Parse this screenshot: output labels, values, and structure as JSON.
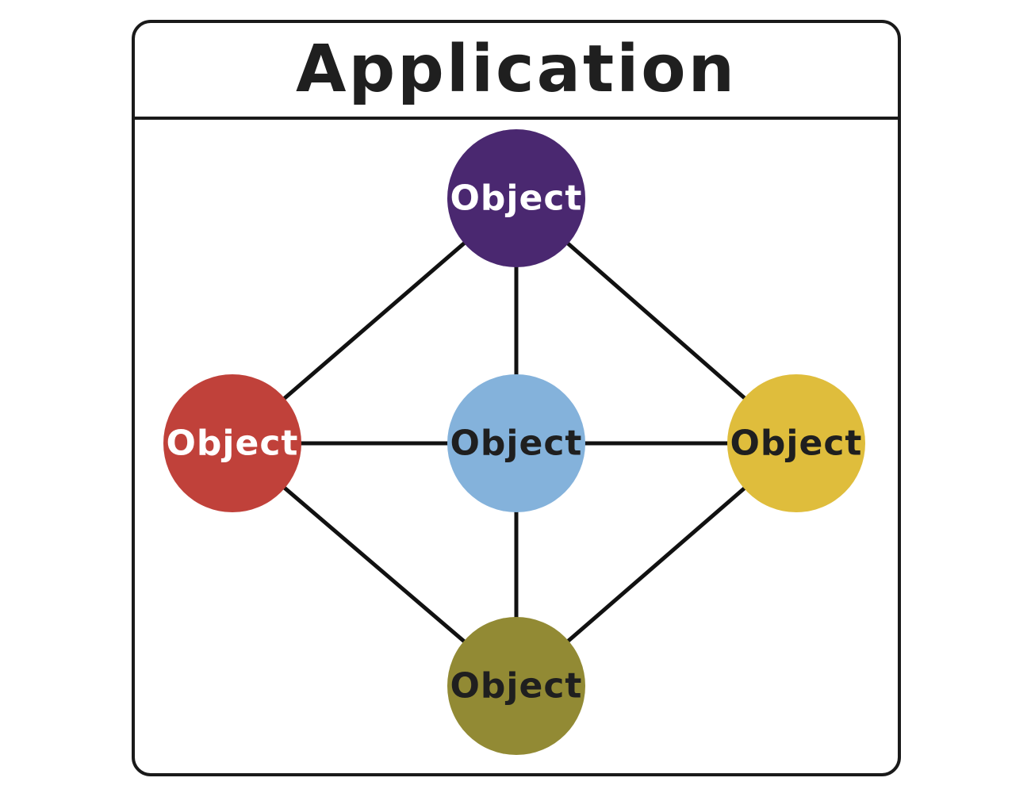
{
  "title": "Application",
  "nodes": [
    {
      "id": "top",
      "label": "Object",
      "fill": "#4a2870",
      "text_color": "#ffffff"
    },
    {
      "id": "left",
      "label": "Object",
      "fill": "#c0413a",
      "text_color": "#ffffff"
    },
    {
      "id": "center",
      "label": "Object",
      "fill": "#84b2db",
      "text_color": "#1f1f1f"
    },
    {
      "id": "right",
      "label": "Object",
      "fill": "#dfbd3c",
      "text_color": "#1f1f1f"
    },
    {
      "id": "bottom",
      "label": "Object",
      "fill": "#928a34",
      "text_color": "#1f1f1f"
    }
  ],
  "edges": [
    [
      "top",
      "left"
    ],
    [
      "top",
      "center"
    ],
    [
      "top",
      "right"
    ],
    [
      "left",
      "center"
    ],
    [
      "center",
      "right"
    ],
    [
      "left",
      "bottom"
    ],
    [
      "center",
      "bottom"
    ],
    [
      "right",
      "bottom"
    ]
  ],
  "line_color": "#111111",
  "frame_color": "#1a1a1a"
}
